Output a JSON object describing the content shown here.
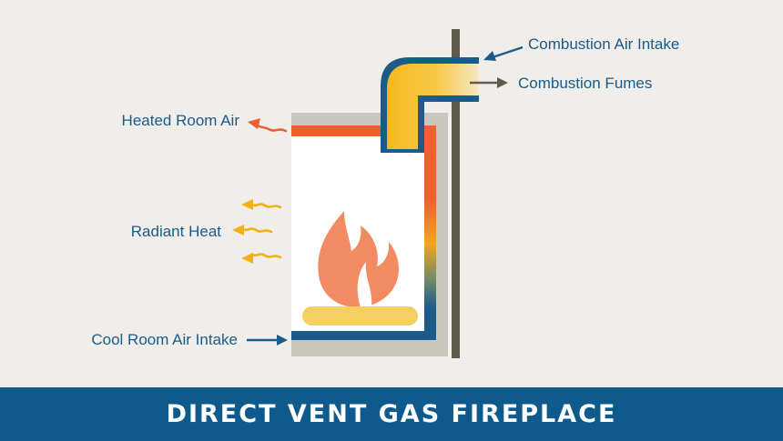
{
  "title": "DIRECT VENT GAS FIREPLACE",
  "labels": {
    "combustion_air_intake": "Combustion Air Intake",
    "combustion_fumes": "Combustion Fumes",
    "heated_room_air": "Heated Room Air",
    "radiant_heat": "Radiant Heat",
    "cool_room_air_intake": "Cool Room Air Intake"
  },
  "colors": {
    "background": "#efeeea",
    "title_bar": "#0f5a8d",
    "label_text": "#1b5b8a",
    "flame": "#f28a62",
    "burner": "#f6cf63",
    "heated_air": "#f0602e",
    "radiant_heat": "#f4b019",
    "vent_yellow": "#f7b81f",
    "wall": "#5f5a4a",
    "outer_casing": "#c9c6bc"
  },
  "icons": [
    "flame-icon",
    "burner-icon",
    "wavy-arrow-icon",
    "arrow-icon"
  ]
}
